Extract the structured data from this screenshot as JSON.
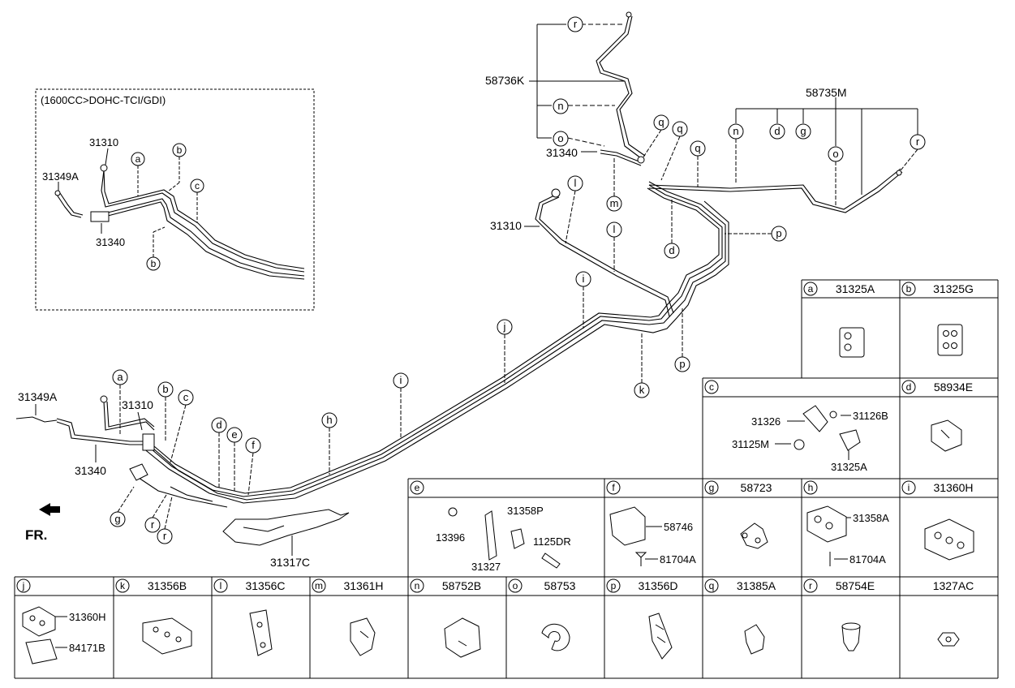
{
  "inset": {
    "title": "(1600CC>DOHC-TCI/GDI)",
    "parts": {
      "p31310": "31310",
      "p31349a": "31349A",
      "p31340": "31340"
    },
    "callouts": [
      "a",
      "b",
      "c",
      "b"
    ]
  },
  "main": {
    "parts": {
      "p31349a": "31349A",
      "p31310": "31310",
      "p31340": "31340",
      "p31317c": "31317C",
      "p58736k": "58736K",
      "p58735m": "58735M",
      "p31340_upper": "31340",
      "p31310_upper": "31310"
    },
    "front_label": "FR.",
    "callouts": [
      "a",
      "b",
      "c",
      "d",
      "e",
      "f",
      "g",
      "r",
      "r",
      "h",
      "i",
      "j",
      "i",
      "k",
      "l",
      "l",
      "m",
      "n",
      "o",
      "r",
      "q",
      "q",
      "q",
      "d",
      "p",
      "p",
      "n",
      "d",
      "g",
      "o",
      "r"
    ]
  },
  "table": {
    "row1": [
      {
        "letter": "a",
        "part": "31325A"
      },
      {
        "letter": "b",
        "part": "31325G"
      }
    ],
    "row2": [
      {
        "letter": "c",
        "part": "",
        "labels": [
          "31326",
          "31126B",
          "31125M",
          "31325A"
        ]
      },
      {
        "letter": "d",
        "part": "58934E"
      }
    ],
    "row3": [
      {
        "letter": "e",
        "part": "",
        "labels": [
          "31358P",
          "13396",
          "1125DR",
          "31327"
        ]
      },
      {
        "letter": "f",
        "part": "",
        "labels": [
          "58746",
          "81704A"
        ]
      },
      {
        "letter": "g",
        "part": "58723"
      },
      {
        "letter": "h",
        "part": "",
        "labels": [
          "31358A",
          "81704A"
        ]
      },
      {
        "letter": "i",
        "part": "31360H"
      }
    ],
    "row4": [
      {
        "letter": "j",
        "part": "",
        "labels": [
          "31360H",
          "84171B"
        ]
      },
      {
        "letter": "k",
        "part": "31356B"
      },
      {
        "letter": "l",
        "part": "31356C"
      },
      {
        "letter": "m",
        "part": "31361H"
      },
      {
        "letter": "n",
        "part": "58752B"
      },
      {
        "letter": "o",
        "part": "58753"
      },
      {
        "letter": "p",
        "part": "31356D"
      },
      {
        "letter": "q",
        "part": "31385A"
      },
      {
        "letter": "r",
        "part": "58754E"
      },
      {
        "letter": "",
        "part": "1327AC"
      }
    ]
  }
}
